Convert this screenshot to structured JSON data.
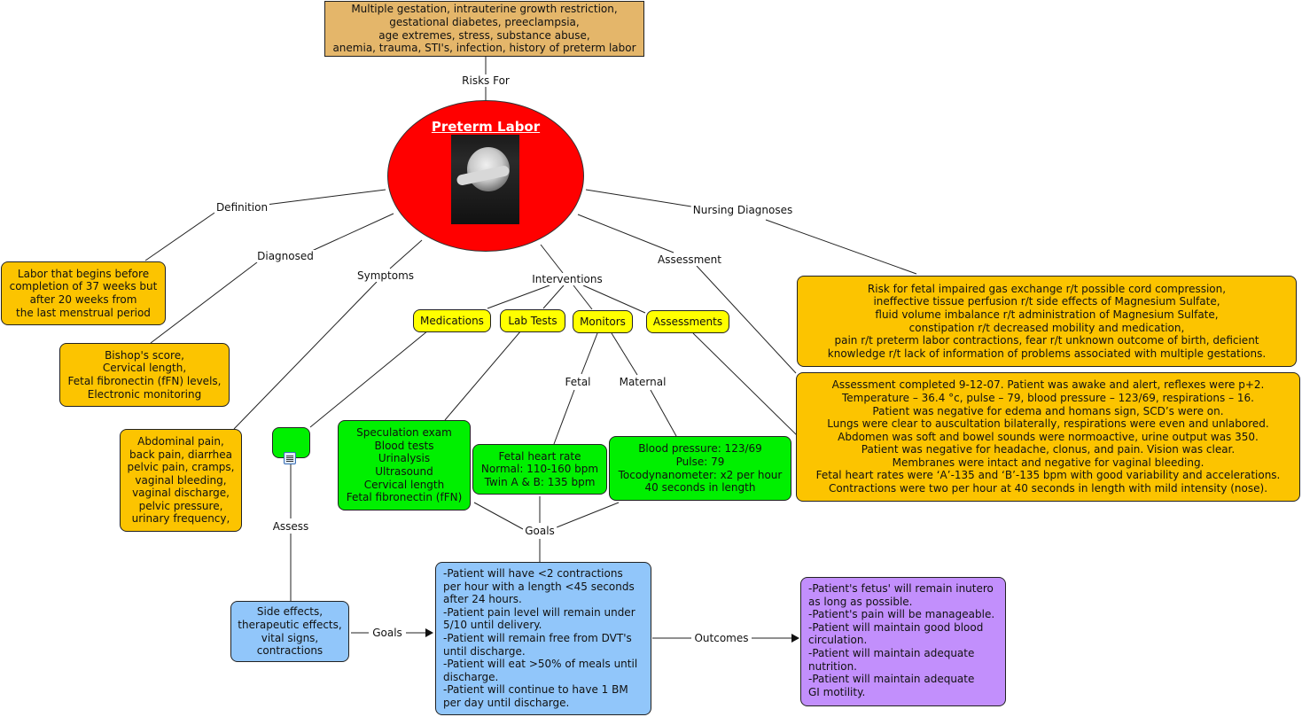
{
  "center": {
    "title": "Preterm Labor",
    "image": "pregnant-belly-photo"
  },
  "nodes": {
    "risks": "Multiple gestation, intrauterine growth restriction,\ngestational diabetes, preeclampsia,\nage extremes, stress, substance abuse,\nanemia, trauma, STI's, infection, history of preterm labor",
    "definition": "Labor that begins before\ncompletion of 37 weeks but\nafter 20 weeks from\nthe last menstrual period",
    "diagnosed": "Bishop's score,\nCervical length,\nFetal fibronectin (fFN) levels,\nElectronic monitoring",
    "symptoms": "Abdominal pain,\nback pain, diarrhea\npelvic pain, cramps,\nvaginal bleeding,\nvaginal discharge,\npelvic pressure,\nurinary frequency,",
    "medications_detail": "",
    "lab_tests_detail": "Speculation exam\nBlood tests\nUrinalysis\nUltrasound\nCervical length\nFetal fibronectin (fFN)",
    "fetal_detail": "Fetal heart rate\nNormal: 110-160 bpm\nTwin A & B: 135 bpm",
    "maternal_detail": "Blood pressure: 123/69\nPulse: 79\nTocodynanometer: x2 per hour\n40 seconds in length",
    "nursing_diagnoses": "Risk for fetal impaired gas exchange r/t possible cord compression,\nineffective tissue perfusion r/t side effects of Magnesium Sulfate,\nfluid volume imbalance r/t administration of Magnesium Sulfate,\nconstipation r/t decreased mobility and medication,\npain r/t preterm labor contractions, fear r/t unknown outcome of birth, deficient\nknowledge r/t lack of information of problems associated with multiple gestations.",
    "assessment": "Assessment completed 9-12-07. Patient was awake and alert, reflexes were p+2.\nTemperature – 36.4 °c, pulse – 79, blood pressure – 123/69, respirations – 16.\nPatient was negative for edema and homans sign, SCD’s were on.\nLungs were clear to auscultation bilaterally, respirations were even and unlabored.\nAbdomen was soft and bowel sounds were normoactive, urine output was 350.\nPatient was negative for headache, clonus, and pain. Vision was clear.\nMembranes were intact and negative for vaginal bleeding.\nFetal heart rates were ‘A’-135 and ‘B’-135 bpm with good variability and accelerations.\nContractions were two per hour at 40 seconds in length with mild intensity (nose).",
    "assess_detail": "Side effects,\ntherapeutic effects,\nvital signs,\ncontractions",
    "goals": "-Patient will have <2 contractions\nper hour with a length <45 seconds\nafter 24 hours.\n-Patient pain level will remain under\n5/10 until delivery.\n-Patient will remain free from DVT's\nuntil discharge.\n-Patient will eat >50% of meals until\ndischarge.\n-Patient will continue to have 1 BM\nper day until discharge.",
    "outcomes": "-Patient's fetus' will remain inutero\nas long as possible.\n-Patient's pain will be manageable.\n-Patient will maintain good blood\ncirculation.\n-Patient will maintain adequate\nnutrition.\n-Patient will maintain adequate\nGI motility."
  },
  "interventions": {
    "medications": "Medications",
    "lab_tests": "Lab Tests",
    "monitors": "Monitors",
    "assessments": "Assessments"
  },
  "labels": {
    "risks_for": "Risks For",
    "definition": "Definition",
    "diagnosed": "Diagnosed",
    "symptoms": "Symptoms",
    "interventions": "Interventions",
    "assessment": "Assessment",
    "nursing_diagnoses": "Nursing Diagnoses",
    "fetal": "Fetal",
    "maternal": "Maternal",
    "goals_mid": "Goals",
    "assess": "Assess",
    "goals_arrow": "Goals",
    "outcomes": "Outcomes"
  },
  "colors": {
    "center": "#ff0000",
    "risk_box": "#e4b66a",
    "orange_box": "#fcc400",
    "green_box": "#00f000",
    "yellow_box": "#ffff00",
    "blue_box": "#91c6fa",
    "purple_box": "#c28ffc"
  }
}
